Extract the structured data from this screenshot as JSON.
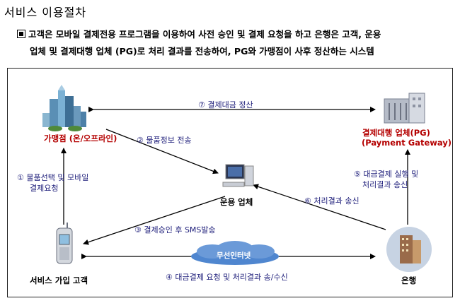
{
  "title": "서비스 이용절차",
  "description": {
    "line1": "고객은 모바일 결제전용 프로그램을 이용하여 사전 승인 및 결제 요청을 하고 은행은 고객, 운용",
    "line2": "업체 및 결제대행 업체 (PG)로 처리 결과를  전송하여, PG와 가맹점이 사후 정산하는  시스템"
  },
  "nodes": {
    "merchant": {
      "label": "가맹점 (온/오프라인)",
      "icon": "city-buildings-icon"
    },
    "pg": {
      "label_line1": "결제대행 업체(PG)",
      "label_line2": "(Payment Gateway)",
      "icon": "server-building-icon"
    },
    "operator": {
      "label": "운용 업체",
      "icon": "computer-icon"
    },
    "customer": {
      "label": "서비스 가입 고객",
      "icon": "mobile-phone-icon"
    },
    "bank": {
      "label": "은행",
      "icon": "bank-building-icon"
    },
    "network": {
      "label": "무선인터넷",
      "icon": "cloud-icon"
    }
  },
  "flows": {
    "step1_line1": "① 물품선택 및 모바일",
    "step1_line2": "결제요청",
    "step2": "② 물품정보 전송",
    "step3": "③ 결제승인 후 SMS발송",
    "step4": "④ 대금결제 요청 및 처리결과 송/수신",
    "step5_line1": "⑤ 대금결제 실행 및",
    "step5_line2": "처리결과 송신",
    "step6": "⑥ 처리결과 송신",
    "step7": "⑦ 결제대금 정산"
  },
  "colors": {
    "arrow": "#000000",
    "flow_text": "#1d1d7a",
    "label_red": "#b40000",
    "cloud": "#4f86cf"
  }
}
